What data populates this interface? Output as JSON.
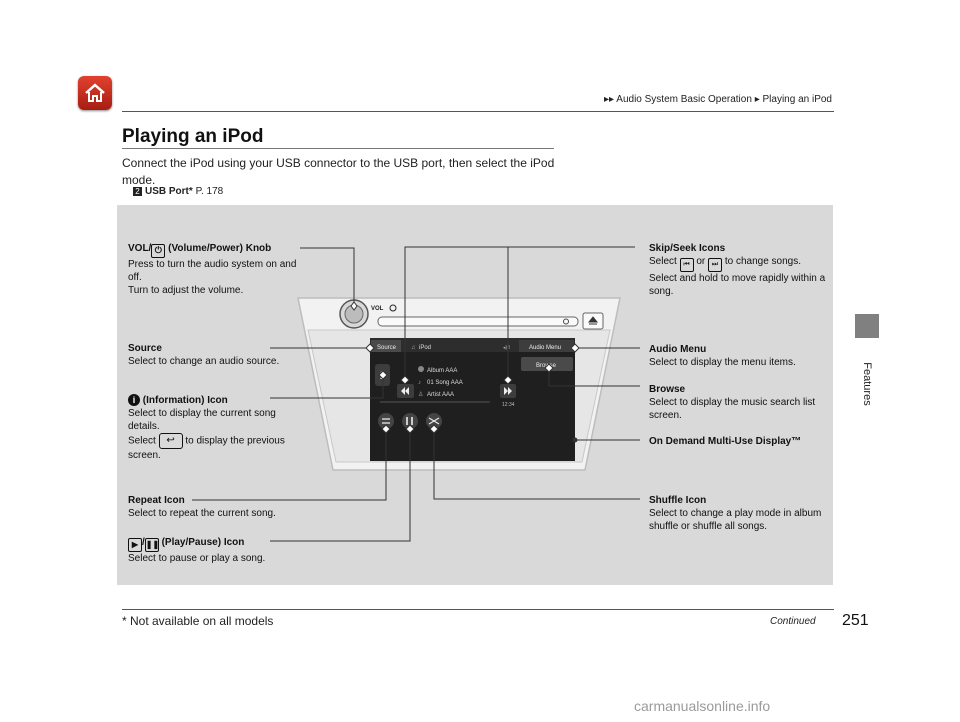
{
  "header": {
    "breadcrumb_part1": "Audio System Basic Operation",
    "breadcrumb_part2": "Playing an iPod",
    "home_icon": "home-icon"
  },
  "side_tab": {
    "label": "Features"
  },
  "title": "Playing an iPod",
  "intro": "Connect the iPod using your USB connector to the USB port, then select the iPod mode.",
  "xref": {
    "label": "USB Port",
    "asterisk": "*",
    "page": "P. 178"
  },
  "labels": {
    "vol_title": "(Volume/Power) Knob",
    "vol_prefix": "VOL/",
    "vol_desc1": "Press to turn the audio system on and off.",
    "vol_desc2": "Turn to adjust the volume.",
    "source_title": "Source",
    "source_desc": "Select to change an audio source.",
    "info_title": "(Information) Icon",
    "info_desc1": "Select to display the current song details.",
    "info_desc2_pre": "Select",
    "info_desc2_post": "to display the previous screen.",
    "repeat_title": "Repeat Icon",
    "repeat_desc": "Select to repeat the current song.",
    "play_title": "(Play/Pause) Icon",
    "play_desc": "Select to pause or play a song.",
    "skip_title": "Skip/Seek Icons",
    "skip_desc1_pre": "Select",
    "skip_desc1_mid": "or",
    "skip_desc1_post": "to change songs.",
    "skip_desc2": "Select and hold to move rapidly within a song.",
    "audio_menu_title": "Audio Menu",
    "audio_menu_desc": "Select to display the menu items.",
    "browse_title": "Browse",
    "browse_desc": "Select to display the music search list screen.",
    "display_title": "On Demand Multi-Use Display™",
    "shuffle_title": "Shuffle Icon",
    "shuffle_desc": "Select to change a play mode in album shuffle or shuffle all songs."
  },
  "screen": {
    "source_btn": "Source",
    "ipod_label": "iPod",
    "signal": "◂)8",
    "audio_menu_btn": "Audio Menu",
    "browse_btn": "Browse",
    "album": "Album AAA",
    "song": "01 Song AAA",
    "artist": "Artist AAA",
    "time": "12:34",
    "knob_label": "VOL"
  },
  "footer": {
    "footnote": "* Not available on all models",
    "continued": "Continued",
    "page_number": "251",
    "watermark": "carmanualsonline.info"
  }
}
